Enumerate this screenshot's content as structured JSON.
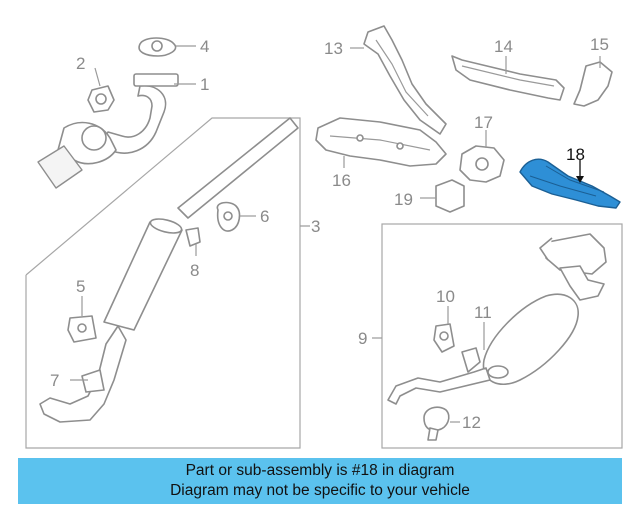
{
  "diagram": {
    "callouts": {
      "c1": "1",
      "c2": "2",
      "c3": "3",
      "c4": "4",
      "c5": "5",
      "c6": "6",
      "c7": "7",
      "c8": "8",
      "c9": "9",
      "c10": "10",
      "c11": "11",
      "c12": "12",
      "c13": "13",
      "c14": "14",
      "c15": "15",
      "c16": "16",
      "c17": "17",
      "c18": "18",
      "c19": "19"
    },
    "highlighted_part": "18",
    "colors": {
      "highlight": "#2e8fd6",
      "line": "#8e8e8e",
      "banner": "#5bc2ee"
    }
  },
  "banner": {
    "line1": "Part or sub-assembly is #18 in diagram",
    "line2": "Diagram may not be specific to your vehicle"
  }
}
